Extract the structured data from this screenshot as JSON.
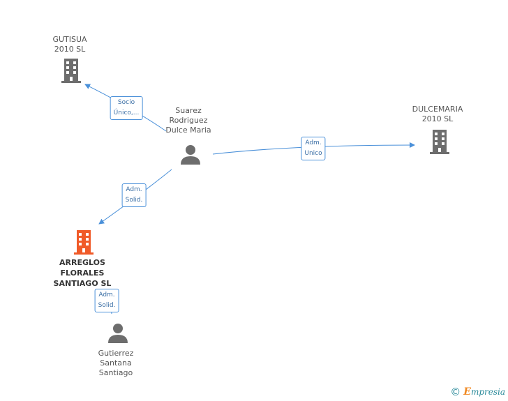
{
  "nodes": {
    "gutisua": {
      "lines": [
        "GUTISUA",
        "2010  SL"
      ],
      "kind": "company"
    },
    "suarez": {
      "lines": [
        "Suarez",
        "Rodriguez",
        "Dulce Maria"
      ],
      "kind": "person"
    },
    "dulcemaria": {
      "lines": [
        "DULCEMARIA",
        "2010  SL"
      ],
      "kind": "company"
    },
    "arreglos": {
      "lines": [
        "ARREGLOS",
        "FLORALES",
        "SANTIAGO  SL"
      ],
      "kind": "company-main"
    },
    "gutierrez": {
      "lines": [
        "Gutierrez",
        "Santana",
        "Santiago"
      ],
      "kind": "person"
    }
  },
  "edges": [
    {
      "from": "suarez",
      "to": "gutisua",
      "label": [
        "Socio",
        "Único,..."
      ]
    },
    {
      "from": "suarez",
      "to": "dulcemaria",
      "label": [
        "Adm.",
        "Unico"
      ]
    },
    {
      "from": "suarez",
      "to": "arreglos",
      "label": [
        "Adm.",
        "Solid."
      ]
    },
    {
      "from": "gutierrez",
      "to": "arreglos",
      "label": [
        "Adm.",
        "Solid."
      ]
    }
  ],
  "colors": {
    "edge": "#4a90d9",
    "company_icon": "#6d6d6d",
    "main_company_icon": "#f05a28",
    "person_icon": "#6d6d6d"
  },
  "footer": {
    "copyright_symbol": "©",
    "brand_initial": "E",
    "brand_rest": "mpresia"
  }
}
